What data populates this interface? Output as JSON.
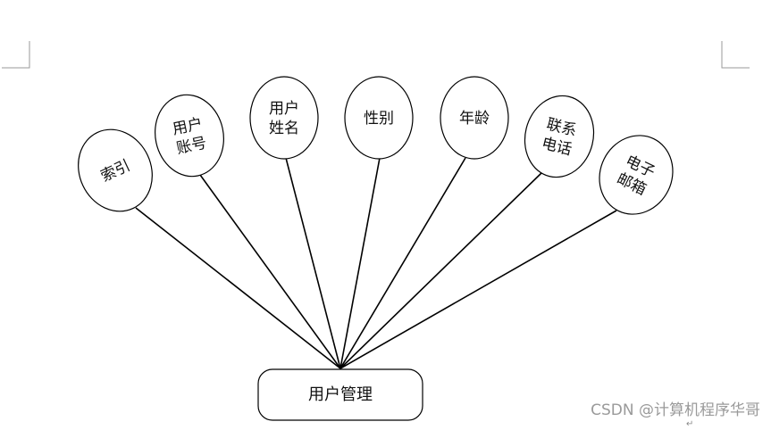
{
  "diagram": {
    "entity": {
      "label": "用户管理"
    },
    "attributes": [
      {
        "lines": [
          "索引"
        ]
      },
      {
        "lines": [
          "用户",
          "账号"
        ]
      },
      {
        "lines": [
          "用户",
          "姓名"
        ]
      },
      {
        "lines": [
          "性别"
        ]
      },
      {
        "lines": [
          "年龄"
        ]
      },
      {
        "lines": [
          "联系",
          "电话"
        ]
      },
      {
        "lines": [
          "电子",
          "邮箱"
        ]
      }
    ]
  },
  "watermark": {
    "text": "CSDN @计算机程序华哥"
  },
  "para_mark": "↵",
  "colors": {
    "stroke": "#000000",
    "corner_marks": "#999999",
    "watermark": "#9a9a9a"
  }
}
